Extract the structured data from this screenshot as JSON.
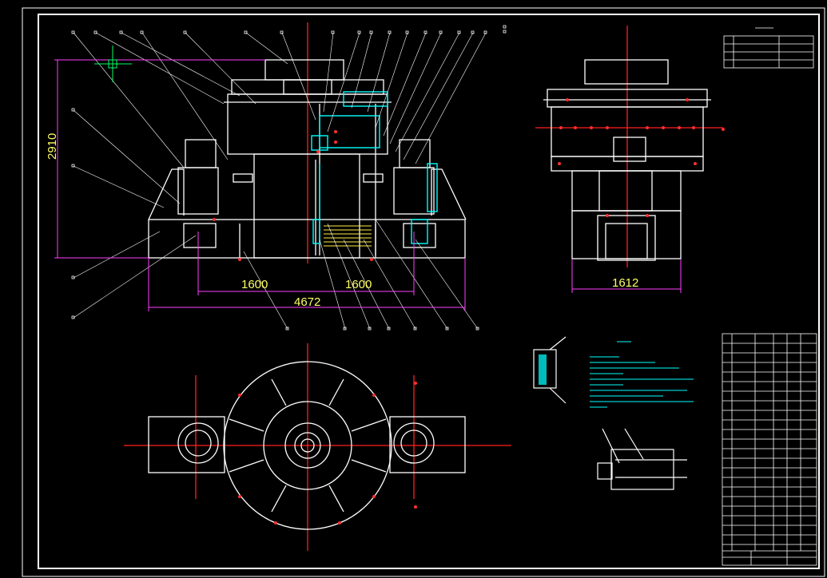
{
  "colors": {
    "background": "#000000",
    "frame": "#ffffff",
    "center_line": "#ff2020",
    "dimension": "#ff40ff",
    "dimension_text": "#ffff66",
    "cyan_part": "#00ffff",
    "leader": "#ffffff"
  },
  "dimensions": {
    "height_2910": "2910",
    "base_1600_left": "1600",
    "base_1600_right": "1600",
    "base_total_4672": "4672",
    "side_width_1612": "1612"
  },
  "cursor_icon": "crosshair-cursor-icon"
}
